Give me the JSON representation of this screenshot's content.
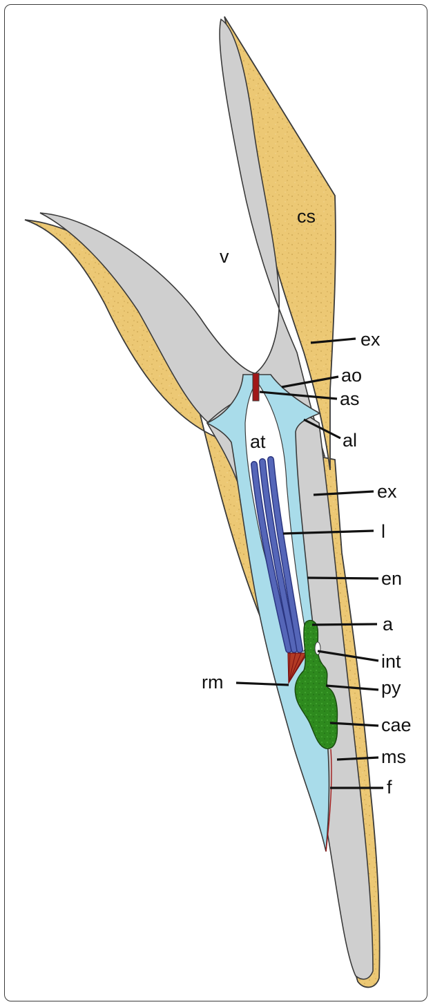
{
  "diagram": {
    "colors": {
      "shell": "#ecc874",
      "mantle": "#cfcfcf",
      "endostyle": "#a9dcea",
      "lamellae": "#4a5aa8",
      "gut": "#2e8a1e",
      "muscle": "#a01818",
      "outline": "#3a3a3a"
    },
    "labels": {
      "cs": "cs",
      "v": "v",
      "at": "at",
      "ex_upper": "ex",
      "ao": "ao",
      "as": "as",
      "al": "al",
      "ex_lower": "ex",
      "l": "l",
      "en": "en",
      "a": "a",
      "int": "int",
      "rm": "rm",
      "py": "py",
      "cae": "cae",
      "ms": "ms",
      "f": "f"
    }
  }
}
